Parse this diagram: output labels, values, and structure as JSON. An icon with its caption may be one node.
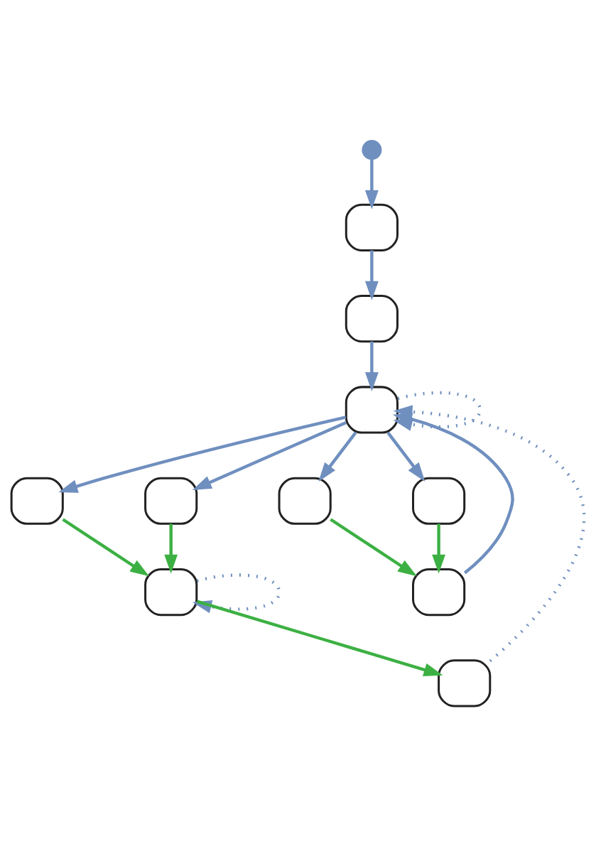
{
  "diagram": {
    "nodes": [
      {
        "text": [],
        "shape": "circle"
      },
      {
        "text": [],
        "shape": "box"
      },
      {
        "text": [],
        "shape": "box"
      },
      {
        "text": [],
        "shape": "box"
      },
      {
        "text": [],
        "shape": "box"
      },
      {
        "text": [],
        "shape": "box"
      },
      {
        "text": [],
        "shape": "box"
      },
      {
        "text": [],
        "shape": "box"
      },
      {
        "text": [],
        "shape": "box"
      },
      {
        "text": [],
        "shape": "box"
      },
      {
        "text": [],
        "shape": "box"
      }
    ],
    "edges": [
      {
        "from": 0,
        "to": 1,
        "arrow": "to"
      },
      {
        "from": 1,
        "to": 2,
        "arrow": "to"
      },
      {
        "from": 2,
        "to": 3,
        "arrow": "to"
      },
      {
        "from": 3,
        "to": 3,
        "arrow": "to",
        "style": "dashed"
      },
      {
        "from": 3,
        "to": 4,
        "arrow": "to"
      },
      {
        "from": 3,
        "to": 5,
        "arrow": "to"
      },
      {
        "from": 3,
        "to": 6,
        "arrow": "to"
      },
      {
        "from": 3,
        "to": 7,
        "arrow": "to"
      },
      {
        "from": 4,
        "to": 8,
        "arrow": "to",
        "color": "#3cb043"
      },
      {
        "from": 5,
        "to": 8,
        "arrow": "to",
        "color": "#3cb043"
      },
      {
        "from": 8,
        "to": 8,
        "arrow": "to",
        "style": "dashed"
      },
      {
        "from": 8,
        "to": 10,
        "arrow": "to",
        "color": "#3cb043"
      },
      {
        "from": 10,
        "to": 3,
        "arrow": "to",
        "style": "dashed"
      },
      {
        "from": 6,
        "to": 9,
        "arrow": "to",
        "color": "#3cb043"
      },
      {
        "from": 7,
        "to": 9,
        "arrow": "to",
        "color": "#3cb043"
      },
      {
        "from": 9,
        "to": 3,
        "arrow": "to"
      }
    ]
  }
}
